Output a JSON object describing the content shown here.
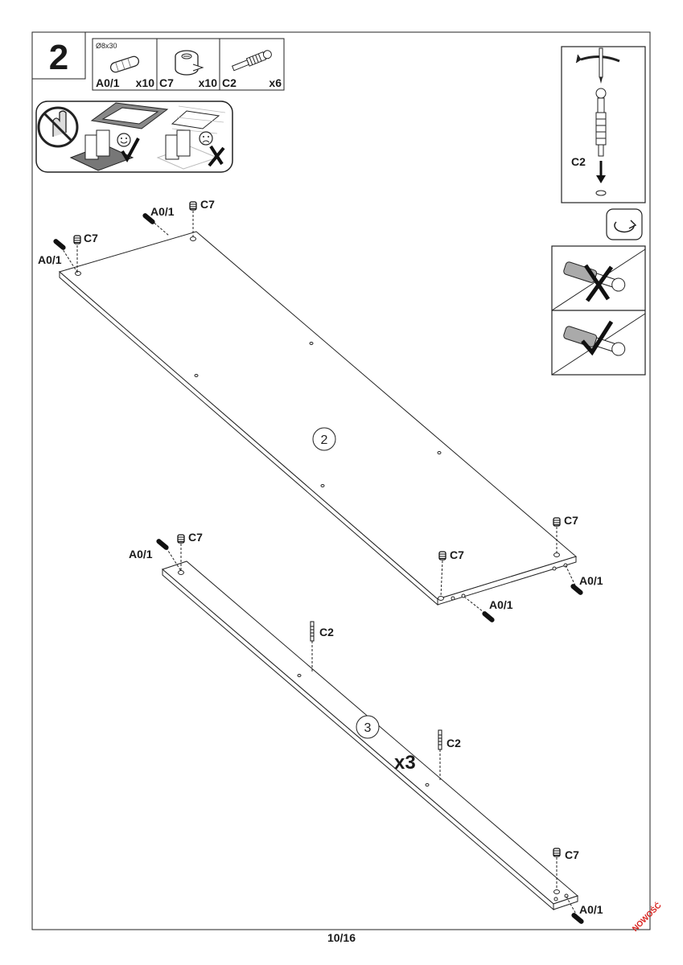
{
  "step": {
    "number": "2"
  },
  "parts": [
    {
      "code": "A0/1",
      "qty": "x10",
      "size": "Ø8x30"
    },
    {
      "code": "C7",
      "qty": "x10"
    },
    {
      "code": "C2",
      "qty": "x6"
    }
  ],
  "panels": {
    "panel_top": "2",
    "panel_bottom": "3",
    "multiplier": "x3"
  },
  "labels": {
    "dowel": "A0/1",
    "cam_lock": "C7",
    "cam_bolt": "C2"
  },
  "icons": [
    "no-hands-icon",
    "good-surface-icon",
    "bad-surface-icon",
    "rotate-screwdriver-icon",
    "screw-direction-icon",
    "wrong-orientation-icon",
    "correct-orientation-icon"
  ],
  "footer": {
    "page": "10/16",
    "badge": "NOWOŚĆ"
  }
}
